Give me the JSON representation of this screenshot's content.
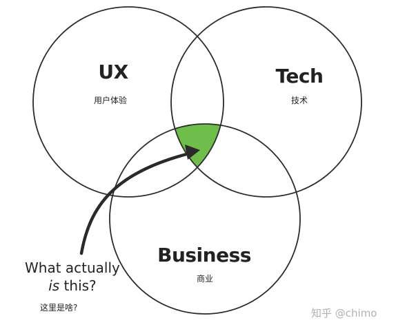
{
  "circles": {
    "ux": {
      "title": "UX",
      "subtitle": "用户体验"
    },
    "tech": {
      "title": "Tech",
      "subtitle": "技术"
    },
    "business": {
      "title": "Business",
      "subtitle": "商业"
    }
  },
  "question": {
    "line1": "What actually",
    "line2_italic": "is",
    "line2_rest": " this?",
    "chinese": "这里是啥?"
  },
  "watermark": "知乎 @chimo",
  "colors": {
    "outline": "#2a2a2a",
    "intersection_fill": "#6fbd4a",
    "arrow": "#2a2a2a",
    "text": "#222222",
    "watermark": "#b0b0b0"
  }
}
